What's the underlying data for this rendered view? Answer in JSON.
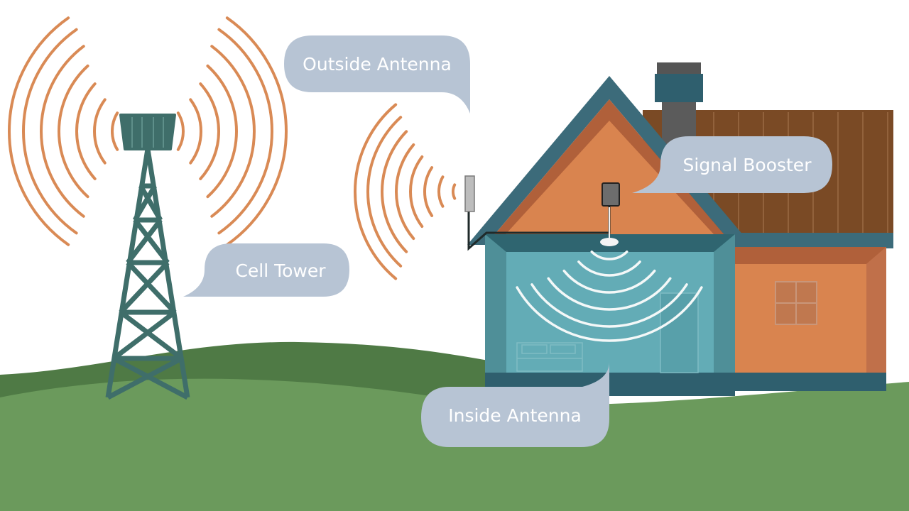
{
  "labels": {
    "outside_antenna": "Outside Antenna",
    "cell_tower": "Cell Tower",
    "signal_booster": "Signal Booster",
    "inside_antenna": "Inside Antenna"
  },
  "colors": {
    "signal_orange": "#d98a55",
    "bubble": "#b7c4d4",
    "tower_teal": "#3f6e6a",
    "hill_dark": "#4f7a45",
    "hill_light": "#6b9a5c",
    "wall_teal": "#5fa6b0",
    "wall_orange": "#d9844f",
    "roof_brown": "#7a4a25"
  }
}
